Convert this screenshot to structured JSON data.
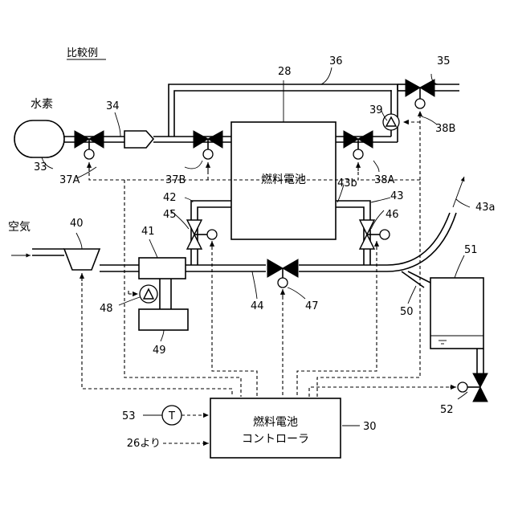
{
  "title": "比較例",
  "gas_labels": {
    "hydrogen": "水素",
    "air": "空気"
  },
  "fuel_cell_label": "燃料電池",
  "controller": {
    "line1": "燃料電池",
    "line2": "コントローラ"
  },
  "sensor_symbol": "T",
  "external_signal": "26より",
  "refs": {
    "r28": "28",
    "r30": "30",
    "r33": "33",
    "r34": "34",
    "r35": "35",
    "r36": "36",
    "r37A": "37A",
    "r37B": "37B",
    "r38A": "38A",
    "r38B": "38B",
    "r39": "39",
    "r40": "40",
    "r41": "41",
    "r42": "42",
    "r43": "43",
    "r43a": "43a",
    "r43b": "43b",
    "r44": "44",
    "r45": "45",
    "r46": "46",
    "r47": "47",
    "r48": "48",
    "r49": "49",
    "r50": "50",
    "r51": "51",
    "r52": "52",
    "r53": "53"
  }
}
